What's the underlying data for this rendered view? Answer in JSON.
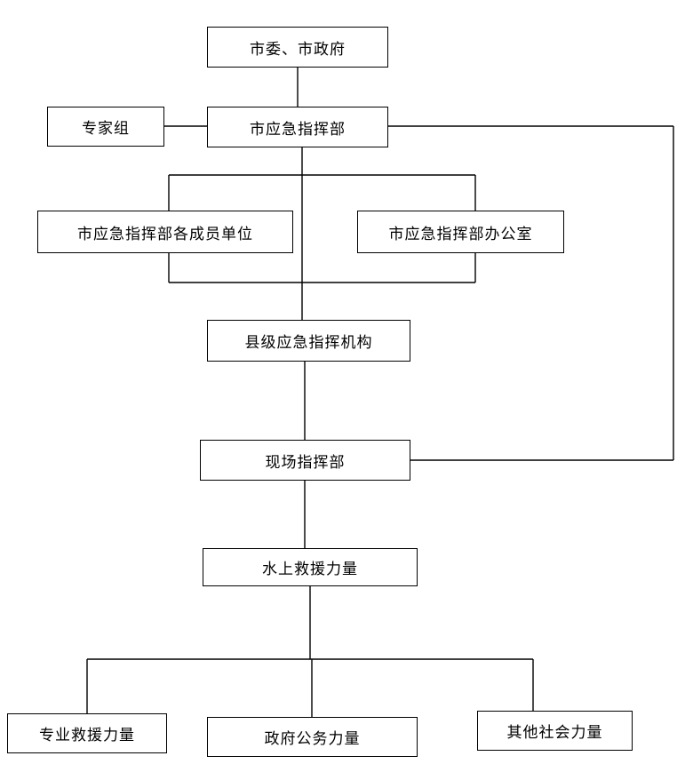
{
  "diagram": {
    "type": "org-flowchart",
    "colors": {
      "background": "#ffffff",
      "border": "#000000",
      "line": "#000000",
      "text": "#000000"
    },
    "nodes": {
      "municipal_committee": {
        "label": "市委、市政府"
      },
      "expert_group": {
        "label": "专家组"
      },
      "emergency_hq": {
        "label": "市应急指挥部"
      },
      "member_units": {
        "label": "市应急指挥部各成员单位"
      },
      "hq_office": {
        "label": "市应急指挥部办公室"
      },
      "county_command": {
        "label": "县级应急指挥机构"
      },
      "onsite_hq": {
        "label": "现场指挥部"
      },
      "water_rescue": {
        "label": "水上救援力量"
      },
      "professional_rescue": {
        "label": "专业救援力量"
      },
      "government_forces": {
        "label": "政府公务力量"
      },
      "other_social_forces": {
        "label": "其他社会力量"
      }
    },
    "edges": [
      "municipal_committee -> emergency_hq",
      "expert_group - emergency_hq",
      "emergency_hq -> member_units",
      "emergency_hq -> hq_office",
      "member_units -> county_command",
      "hq_office -> county_command",
      "emergency_hq -> onsite_hq (right-side bypass)",
      "county_command -> onsite_hq",
      "onsite_hq -> water_rescue",
      "water_rescue -> professional_rescue",
      "water_rescue -> government_forces",
      "water_rescue -> other_social_forces"
    ]
  }
}
